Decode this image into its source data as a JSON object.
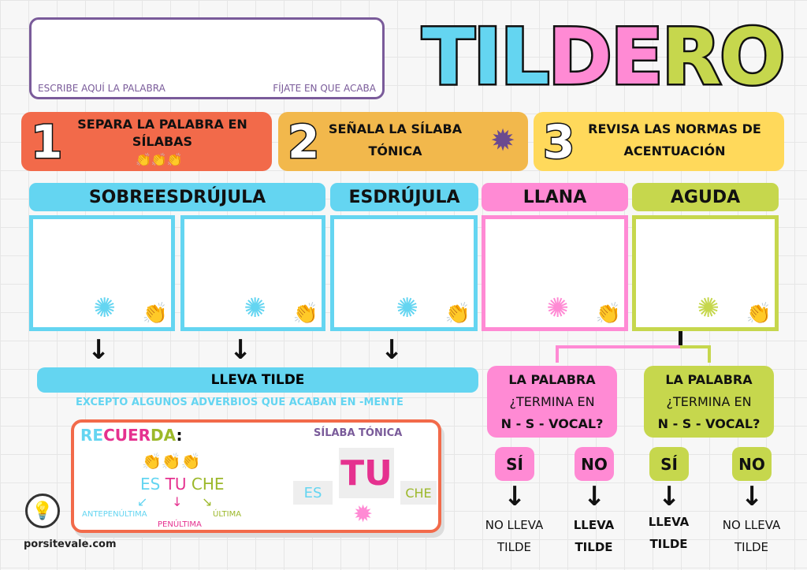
{
  "input": {
    "left_label": "ESCRIBE AQUÍ LA PALABRA",
    "right_label": "FÍJATE EN QUE ACABA"
  },
  "title": {
    "letters": [
      {
        "ch": "T",
        "color": "#64d5f1"
      },
      {
        "ch": "I",
        "color": "#64d5f1"
      },
      {
        "ch": "L",
        "color": "#64d5f1"
      },
      {
        "ch": "D",
        "color": "#ff8ad4"
      },
      {
        "ch": "E",
        "color": "#ff8ad4"
      },
      {
        "ch": "R",
        "color": "#c6d74d"
      },
      {
        "ch": "O",
        "color": "#c6d74d"
      }
    ]
  },
  "steps": [
    {
      "num": "1",
      "text": "SEPARA LA PALABRA EN SÍLABAS",
      "icons": "👏👏👏",
      "color": "#f26a4a"
    },
    {
      "num": "2",
      "text": "SEÑALA LA SÍLABA TÓNICA",
      "color": "#f2b84c"
    },
    {
      "num": "3",
      "text": "REVISA LAS NORMAS DE ACENTUACIÓN",
      "color": "#ffd95b"
    }
  ],
  "headers": {
    "sobreesdrujula": "SOBREESDRÚJULA",
    "esdrujula": "ESDRÚJULA",
    "llana": "LLANA",
    "aguda": "AGUDA"
  },
  "lleva_tilde": "LLEVA TILDE",
  "excepto": "EXCEPTO ALGUNOS ADVERBIOS QUE ACABAN EN -MENTE",
  "recuerda": {
    "title": [
      "RE",
      "CU",
      "ER",
      "DA",
      ":"
    ],
    "syllables": [
      "ES",
      "TU",
      "CHE"
    ],
    "labels": [
      "ANTEPENÚLTIMA",
      "PENÚLTIMA",
      "ÚLTIMA"
    ],
    "silaba_tonica": "SÍLABA TÓNICA"
  },
  "llana_q": {
    "l1": "LA PALABRA",
    "l2": "¿TERMINA EN",
    "l3": "N - S - VOCAL?",
    "si": "SÍ",
    "no": "NO",
    "si_result": "NO LLEVA TILDE",
    "no_result": "LLEVA TILDE"
  },
  "aguda_q": {
    "l1": "LA PALABRA",
    "l2": "¿TERMINA EN",
    "l3": "N - S - VOCAL?",
    "si": "SÍ",
    "no": "NO",
    "si_result": "LLEVA TILDE",
    "no_result": "NO LLEVA TILDE"
  },
  "logo": {
    "text": "porsitevale.com"
  }
}
